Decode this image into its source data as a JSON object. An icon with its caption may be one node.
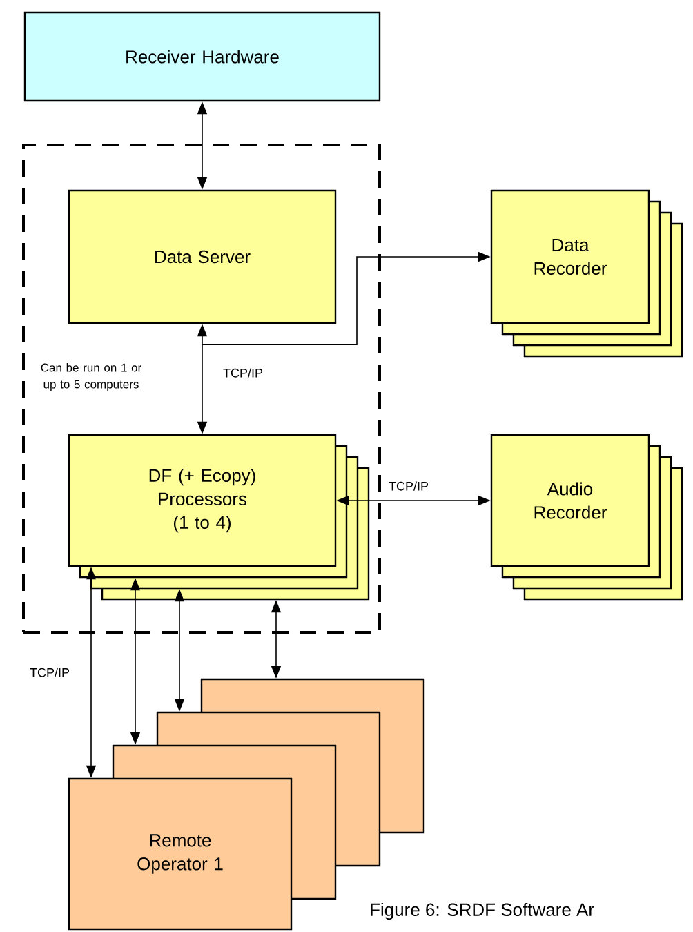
{
  "diagram": {
    "caption": "Figure 6: SRDF Software Ar",
    "nodes": [
      {
        "text": [
          "Receiver Hardware"
        ]
      },
      {
        "text": [],
        "shape": "box"
      },
      {
        "text": [
          "Data Server"
        ],
        "in": 1
      },
      {
        "text": [
          "Data Recorder"
        ]
      },
      {
        "text": [
          "DF (+ Ecopy) Processors (1 to 4)"
        ],
        "in": 1
      },
      {
        "text": [
          "Audio Recorder"
        ]
      },
      {
        "text": [],
        "shape": "box"
      },
      {
        "text": [],
        "shape": "box"
      },
      {
        "text": [],
        "shape": "box"
      },
      {
        "text": [
          "Remote Operator 1"
        ]
      }
    ],
    "edges": [
      {
        "from": 0,
        "to": 2,
        "arrow": "both"
      },
      {
        "from": 2,
        "to": 4,
        "arrow": "both",
        "label": "TCP/IP"
      },
      {
        "from": 2,
        "to": 3,
        "arrow": "to"
      },
      {
        "from": 4,
        "to": 5,
        "arrow": "both",
        "label": "TCP/IP"
      },
      {
        "from": 4,
        "to": 9,
        "arrow": "both",
        "label": "TCP/IP"
      },
      {
        "from": 4,
        "to": 8,
        "arrow": "both"
      },
      {
        "from": 4,
        "to": 7,
        "arrow": "both"
      },
      {
        "from": 4,
        "to": 6,
        "arrow": "both"
      }
    ],
    "labels": [
      "Can be run on 1 or up to 5 computers"
    ]
  }
}
